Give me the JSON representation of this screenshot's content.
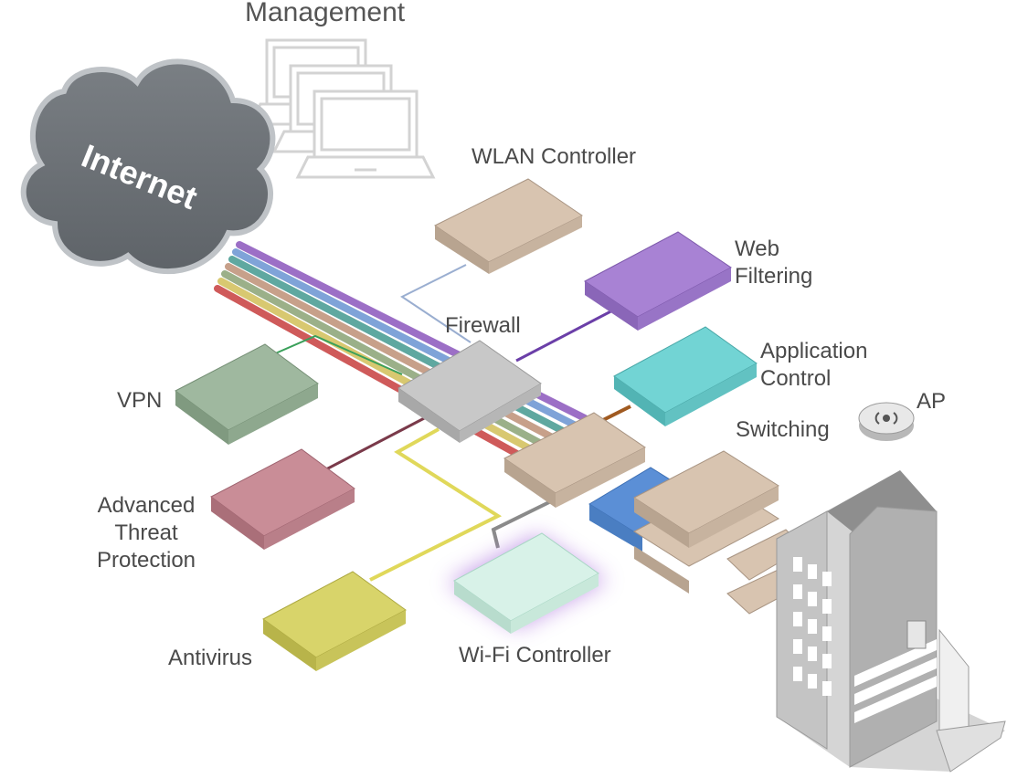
{
  "labels": {
    "management": "Management",
    "internet": "Internet",
    "wlan_controller": "WLAN Controller",
    "web_filtering": [
      "Web",
      "Filtering"
    ],
    "firewall": "Firewall",
    "application_control": [
      "Application",
      "Control"
    ],
    "vpn": "VPN",
    "ap": "AP",
    "switching": "Switching",
    "advanced_threat_protection": [
      "Advanced",
      "Threat",
      "Protection"
    ],
    "antivirus": "Antivirus",
    "wifi_controller": "Wi-Fi Controller"
  },
  "colors": {
    "cloud": "#6f7479",
    "wlan_device": "#d8c4b0",
    "web_filtering_device": "#a882d4",
    "firewall_device": "#c4c4c4",
    "app_control_device": "#72d4d4",
    "vpn_device": "#9fb89f",
    "atp_device": "#c98d97",
    "antivirus_device": "#d8d46a",
    "wifi_device": "#d8f2e8",
    "wifi_glow": "#b07ae0",
    "switch_device": "#d8c4b0",
    "switch_highlight": "#5b8fd6",
    "building": "#bdbdbd"
  }
}
